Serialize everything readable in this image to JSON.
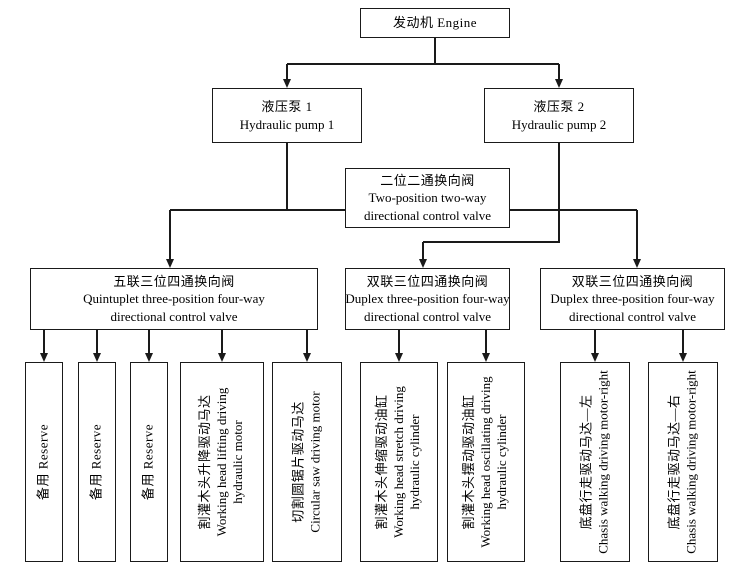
{
  "diagram": {
    "title_semantic": "hydraulic drive system flowchart",
    "engine": {
      "label": "发动机 Engine"
    },
    "pump1": {
      "lines": [
        "液压泵 1",
        "Hydraulic pump 1"
      ]
    },
    "pump2": {
      "lines": [
        "液压泵 2",
        "Hydraulic pump 2"
      ]
    },
    "valve_two_way": {
      "lines": [
        "二位二通换向阀",
        "Two-position two-way",
        "directional control valve"
      ]
    },
    "valve_quintuplet": {
      "lines": [
        "五联三位四通换向阀",
        "Quintuplet three-position four-way",
        "directional control valve"
      ]
    },
    "valve_duplex_1": {
      "lines": [
        "双联三位四通换向阀",
        "Duplex three-position four-way",
        "directional control valve"
      ]
    },
    "valve_duplex_2": {
      "lines": [
        "双联三位四通换向阀",
        "Duplex three-position four-way",
        "directional control valve"
      ]
    },
    "leaves": [
      {
        "lines": [
          "备用 Reserve"
        ]
      },
      {
        "lines": [
          "备用 Reserve"
        ]
      },
      {
        "lines": [
          "备用 Reserve"
        ]
      },
      {
        "lines": [
          "割灌木头升降驱动马达",
          "Working head lifting driving",
          "hydraulic motor"
        ]
      },
      {
        "lines": [
          "切割圆锯片驱动马达",
          "Circular saw driving motor"
        ]
      },
      {
        "lines": [
          "割灌木头伸缩驱动油缸",
          "Working head stretch driving",
          "hydraulic cylinder"
        ]
      },
      {
        "lines": [
          "割灌木头摆动驱动油缸",
          "Working head oscillating driving",
          "hydraulic cylinder"
        ]
      },
      {
        "lines": [
          "底盘行走驱动马达—左",
          "Chasis walking driving motor-right"
        ]
      },
      {
        "lines": [
          "底盘行走驱动马达—右",
          "Chasis walking driving motor-right"
        ]
      }
    ],
    "colors": {
      "line": "#1a1a1a",
      "box_border": "#1a1a1a",
      "background": "#ffffff"
    }
  }
}
